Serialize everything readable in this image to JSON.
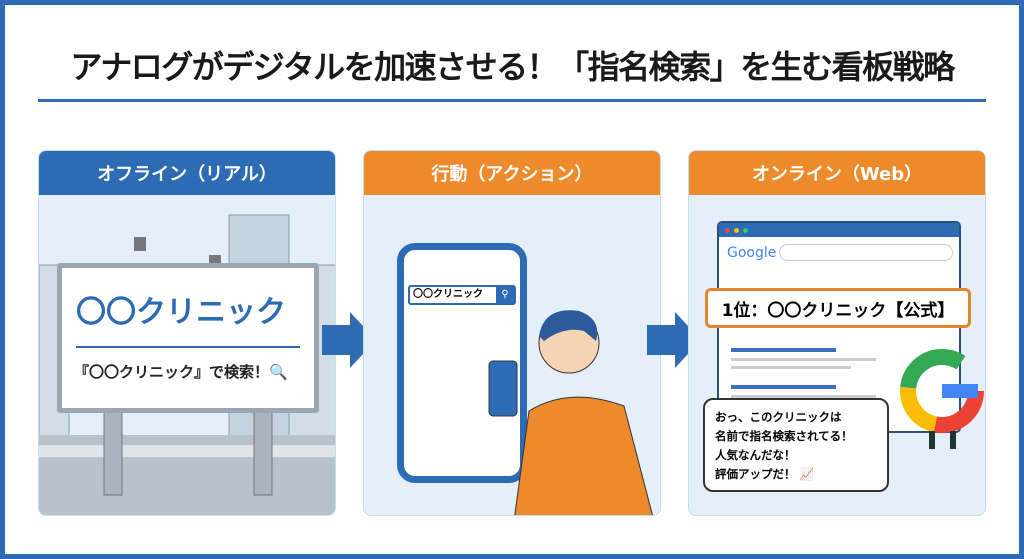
{
  "title": "アナログがデジタルを加速させる！「指名検索」を生む看板戦略",
  "panels": [
    {
      "header": "オフライン（リアル）",
      "billboard_name": "〇〇クリニック",
      "billboard_sub": "『〇〇クリニック』で検索！"
    },
    {
      "header": "行動（アクション）",
      "search_text": "〇〇クリニック"
    },
    {
      "header": "オンライン（Web）",
      "google_logo": "Google",
      "rank_text": "1位：〇〇クリニック【公式】",
      "bubble": [
        "おっ、このクリニックは",
        "名前で指名検索されてる！",
        "人気なんだな！",
        "評価アップだ！"
      ]
    }
  ],
  "colors": {
    "blue": "#2d6cb4",
    "orange": "#ec8a2c"
  }
}
